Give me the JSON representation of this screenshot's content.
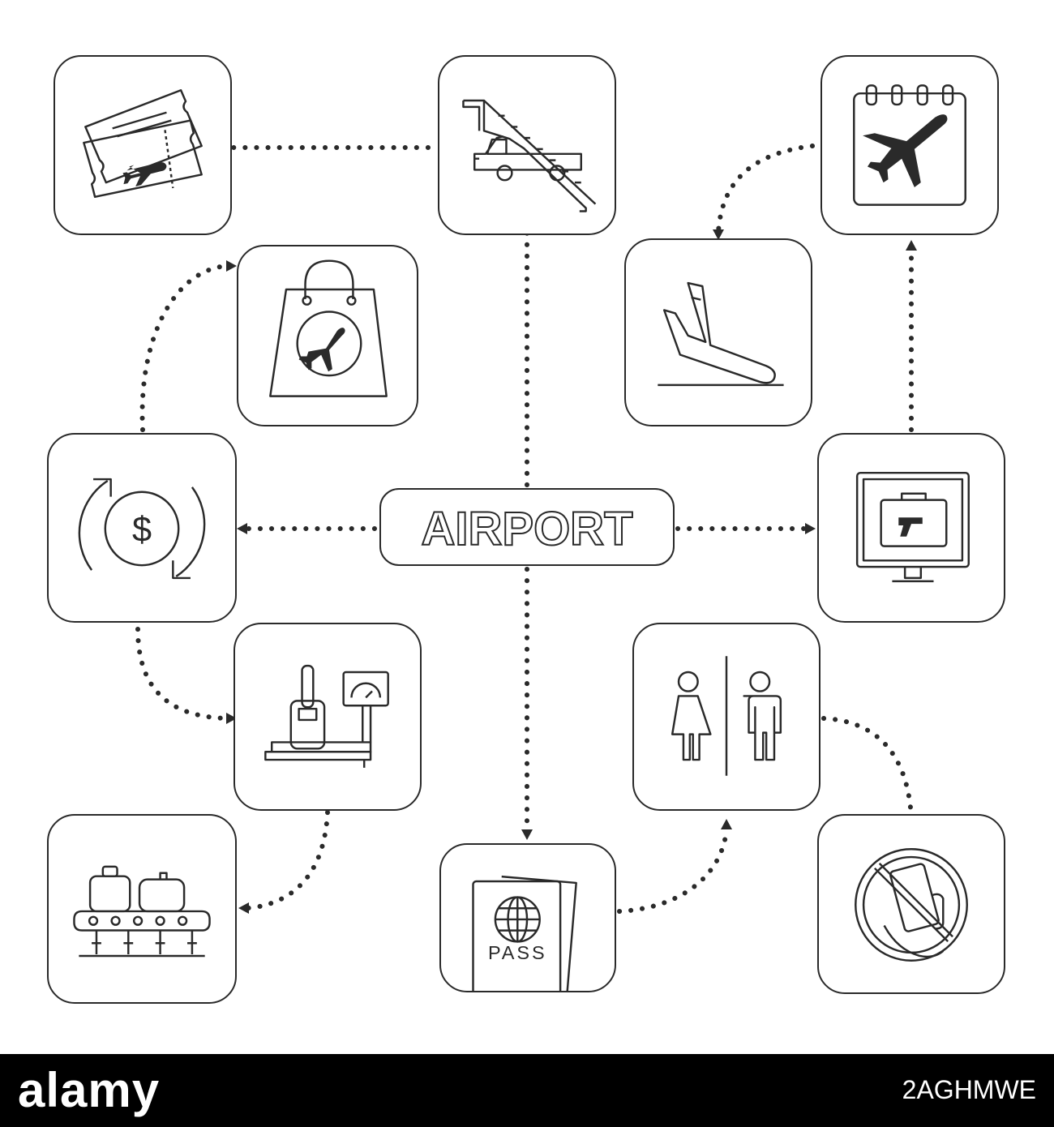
{
  "title": "AIRPORT",
  "nodes": [
    {
      "id": "tickets",
      "icon": "plane-tickets-icon"
    },
    {
      "id": "stairs",
      "icon": "airstair-truck-icon"
    },
    {
      "id": "schedule",
      "icon": "flight-calendar-icon"
    },
    {
      "id": "duty-free",
      "icon": "duty-free-bag-icon"
    },
    {
      "id": "arrival",
      "icon": "plane-landing-icon"
    },
    {
      "id": "exchange",
      "icon": "currency-exchange-icon"
    },
    {
      "id": "security",
      "icon": "baggage-scanner-monitor-icon"
    },
    {
      "id": "weighing",
      "icon": "luggage-scale-icon"
    },
    {
      "id": "restroom",
      "icon": "restroom-icon"
    },
    {
      "id": "conveyor",
      "icon": "baggage-conveyor-icon"
    },
    {
      "id": "passport",
      "icon": "passport-icon"
    },
    {
      "id": "no-phone",
      "icon": "no-phone-icon"
    }
  ],
  "passport_label": "PASS",
  "footer": {
    "brand": "alamy",
    "image_code": "2AGHMWE"
  },
  "colors": {
    "line": "#2a2a2a",
    "background": "#ffffff",
    "footer": "#000000"
  }
}
